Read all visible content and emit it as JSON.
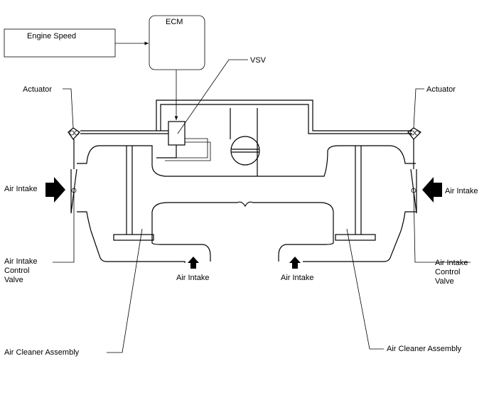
{
  "labels": {
    "engine_speed": "Engine Speed",
    "ecm": "ECM",
    "vsv": "VSV",
    "actuator_left": "Actuator",
    "actuator_right": "Actuator",
    "air_intake_left": "Air Intake",
    "air_intake_right": "Air Intake",
    "air_intake_bottom_left": "Air Intake",
    "air_intake_bottom_right": "Air Intake",
    "valve_left_line1": "Air Intake",
    "valve_left_line2": "Control",
    "valve_left_line3": "Valve",
    "valve_right_line1": "Air Intake",
    "valve_right_line2": "Control",
    "valve_right_line3": "Valve",
    "cleaner_left": "Air Cleaner Assembly",
    "cleaner_right": "Air Cleaner Assembly"
  }
}
